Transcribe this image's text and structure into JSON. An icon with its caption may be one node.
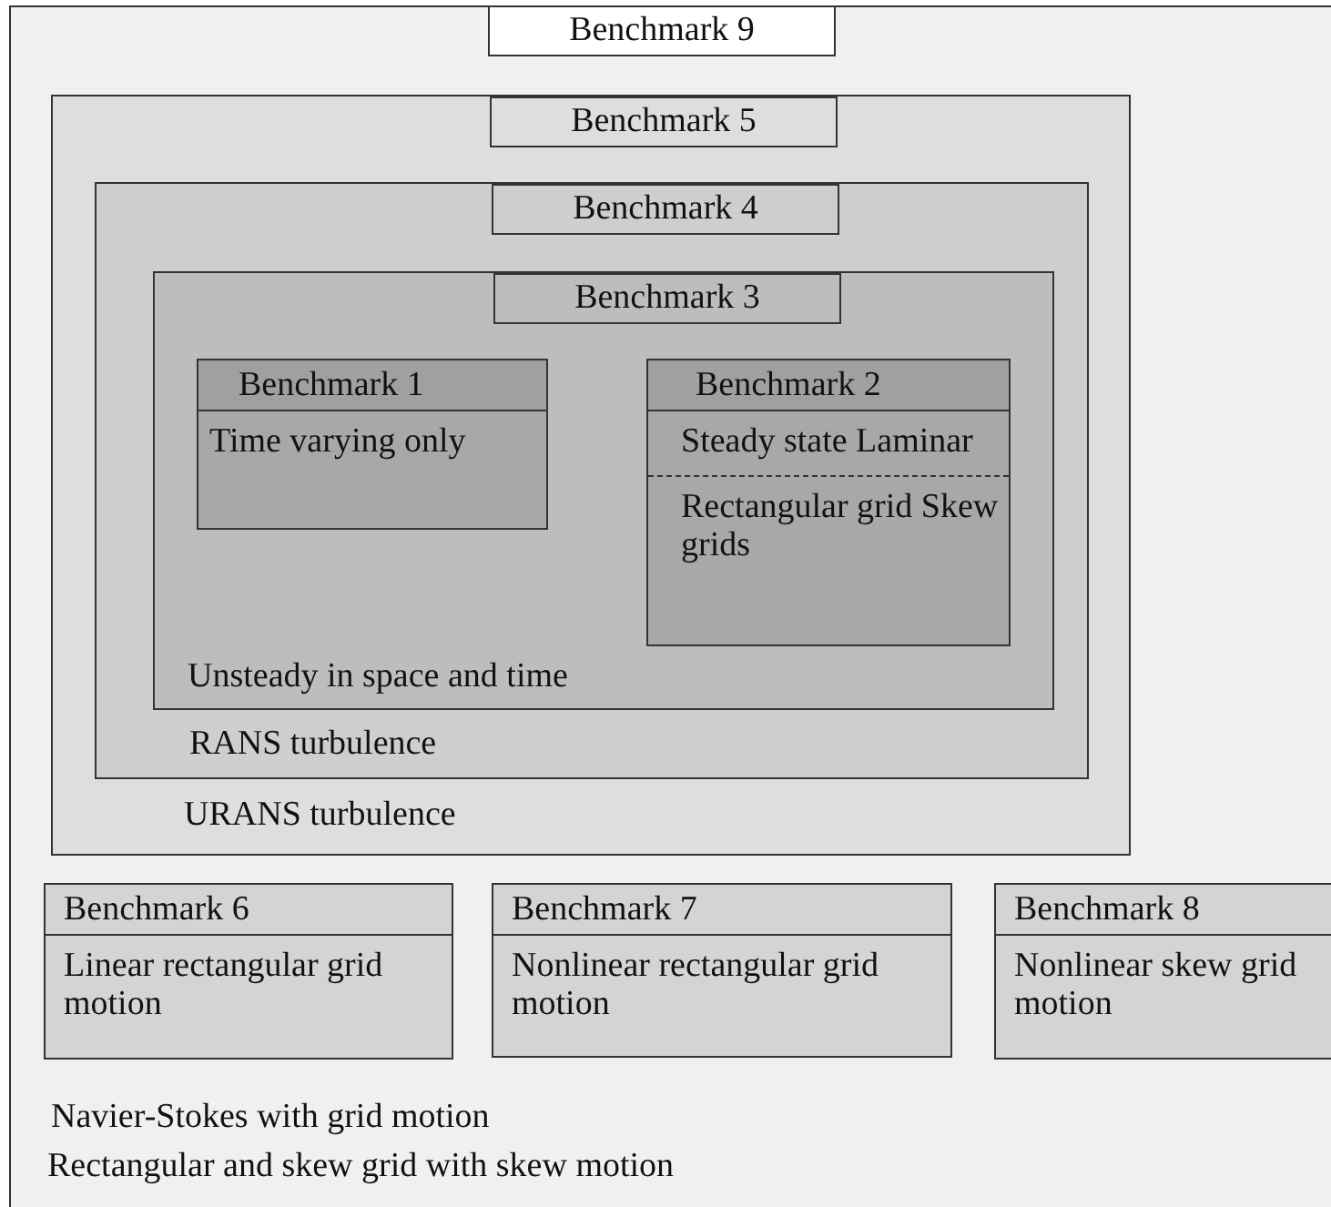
{
  "diagram": {
    "nodes": [
      {
        "text": [
          "Benchmark 9",
          "Navier-Stokes with grid motion",
          "Rectangular and skew grid with skew motion"
        ]
      },
      {
        "text": [
          "Benchmark 5",
          "URANS turbulence"
        ],
        "in": 0
      },
      {
        "text": [
          "Benchmark 4",
          "RANS turbulence"
        ],
        "in": 1
      },
      {
        "text": [
          "Benchmark 3",
          "Unsteady in space and time"
        ],
        "in": 2
      },
      {
        "text": [
          "Benchmark 1",
          "Time varying only"
        ],
        "in": 3
      },
      {
        "text": [
          "Benchmark 2",
          "Steady state Laminar",
          "Rectangular grid Skew grids"
        ],
        "in": 3
      },
      {
        "text": [
          "Benchmark 6",
          "Linear rectangular grid motion"
        ],
        "in": 0
      },
      {
        "text": [
          "Benchmark 7",
          "Nonlinear rectangular grid motion"
        ],
        "in": 0
      },
      {
        "text": [
          "Benchmark 8",
          "Nonlinear skew grid motion"
        ],
        "in": 0
      }
    ]
  }
}
